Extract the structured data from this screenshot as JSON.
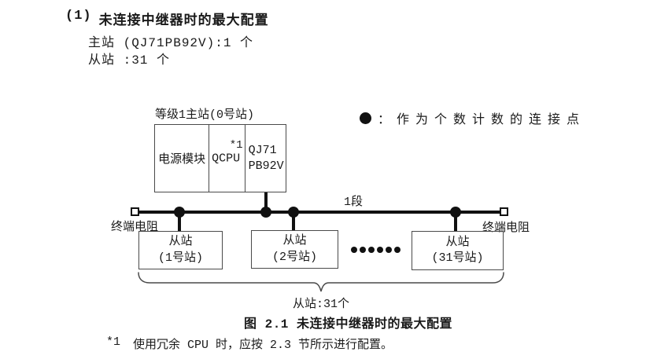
{
  "page": {
    "heading_number": "(1)",
    "heading": "未连接中继器时的最大配置",
    "body_line1": "主站 (QJ71PB92V):1 个",
    "body_line2": "从站 :31 个"
  },
  "legend": {
    "separator": "：",
    "text": "作为个数计数的连接点"
  },
  "diagram": {
    "master_label": "等级1主站(0号站)",
    "master_modules": {
      "power": "电源模块",
      "cpu": "QCPU",
      "cpu_note": "*1",
      "network_line1": "QJ71",
      "network_line2": "PB92V"
    },
    "segment_label": "1段",
    "terminator_left_label": "终端电阻",
    "terminator_right_label": "终端电阻",
    "slaves": [
      {
        "line1": "从站",
        "line2": "(1号站)"
      },
      {
        "line1": "从站",
        "line2": "(2号站)"
      },
      {
        "line1": "从站",
        "line2": "(31号站)"
      }
    ],
    "brace_label": "从站:31个"
  },
  "caption": "图 2.1 未连接中继器时的最大配置",
  "footnote": {
    "marker": "*1",
    "text": "使用冗余 CPU 时，应按 2.3 节所示进行配置。"
  },
  "colors": {
    "ink": "#1a1a1a",
    "box_border": "#4a4a4a",
    "bus": "#111111",
    "background": "#ffffff"
  }
}
